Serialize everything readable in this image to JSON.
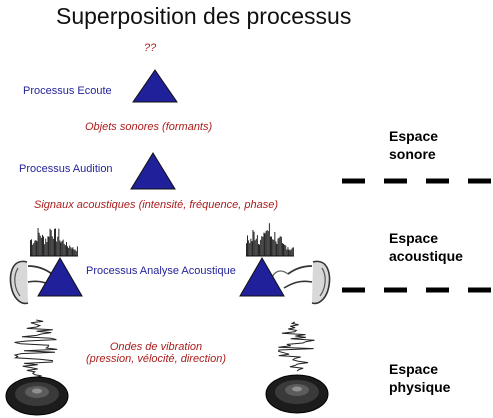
{
  "title": "Superposition des processus",
  "unknown_label": "??",
  "processes": {
    "ecoute": "Processus Ecoute",
    "audition": "Processus Audition",
    "analyse": "Processus Analyse Acoustique"
  },
  "layers": {
    "objets": "Objets sonores (formants)",
    "signaux": "Signaux acoustiques (intensité, fréquence, phase)",
    "ondes_line1": "Ondes de vibration",
    "ondes_line2": "(pression, vélocité, direction)"
  },
  "spaces": {
    "sonore": [
      "Espace",
      "sonore"
    ],
    "acoustique": [
      "Espace",
      "acoustique"
    ],
    "physique": [
      "Espace",
      "physique"
    ]
  },
  "colors": {
    "triangle_fill": "#20209a",
    "label_red": "#aa1c1c",
    "label_blue": "#24249a",
    "separator": "#000000"
  },
  "icons": [
    "spectrum-icon",
    "ear-icon",
    "waveform-icon",
    "loudspeaker-icon"
  ]
}
